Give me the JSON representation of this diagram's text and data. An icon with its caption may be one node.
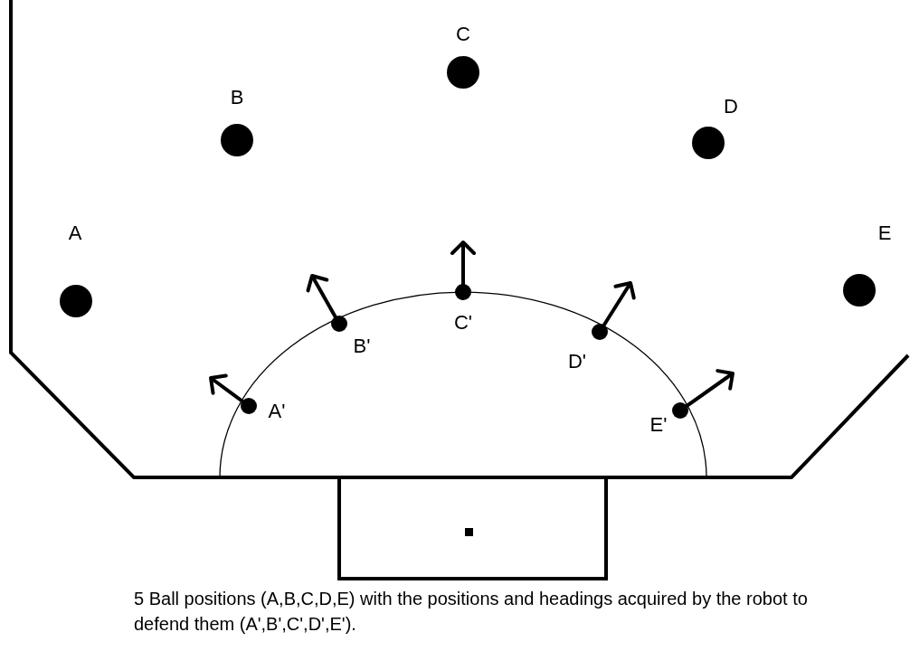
{
  "diagram": {
    "caption": "5 Ball positions (A,B,C,D,E) with the positions and headings acquired by the robot to defend them (A',B',C',D',E').",
    "labels": [
      "C",
      "B",
      "D",
      "A",
      "E",
      "C'",
      "B'",
      "D'",
      "A'",
      "E'"
    ]
  }
}
